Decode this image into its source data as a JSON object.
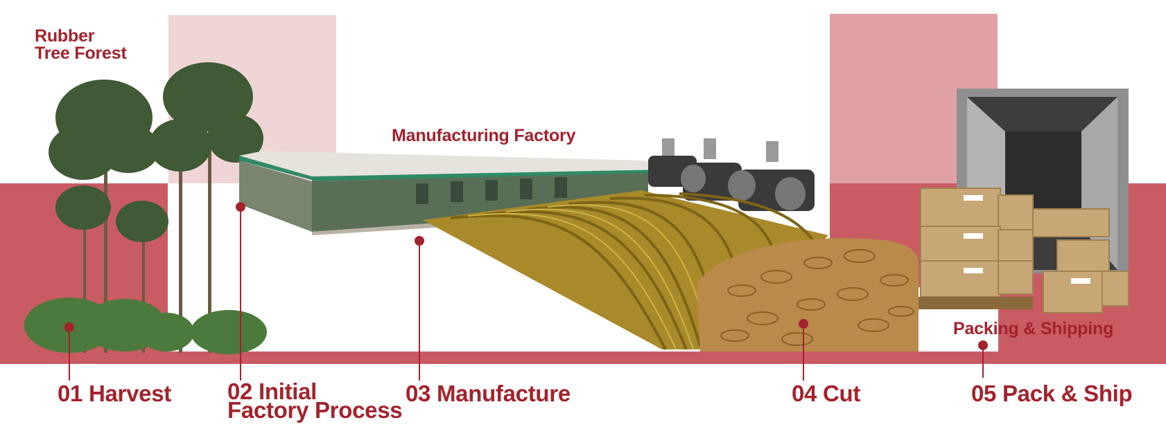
{
  "colors": {
    "accent": "#a3222c",
    "band": "#c95b63",
    "block_light": "#f0d5d6",
    "block_mid": "#e0a1a4"
  },
  "headings": {
    "forest_line1": "Rubber",
    "forest_line2": "Tree Forest",
    "factory": "Manufacturing Factory",
    "packing": "Packing & Shipping"
  },
  "steps": [
    {
      "label": "01 Harvest"
    },
    {
      "label_line1": "02 Initial",
      "label_line2": "Factory Process"
    },
    {
      "label": "03 Manufacture"
    },
    {
      "label": "04 Cut"
    },
    {
      "label": "05 Pack & Ship"
    }
  ],
  "illustrations": [
    "rubber-trees-icon",
    "factory-building-icon",
    "rubber-band-strips-icon",
    "cut-rubber-bands-pile-icon",
    "shipping-container-boxes-icon"
  ]
}
